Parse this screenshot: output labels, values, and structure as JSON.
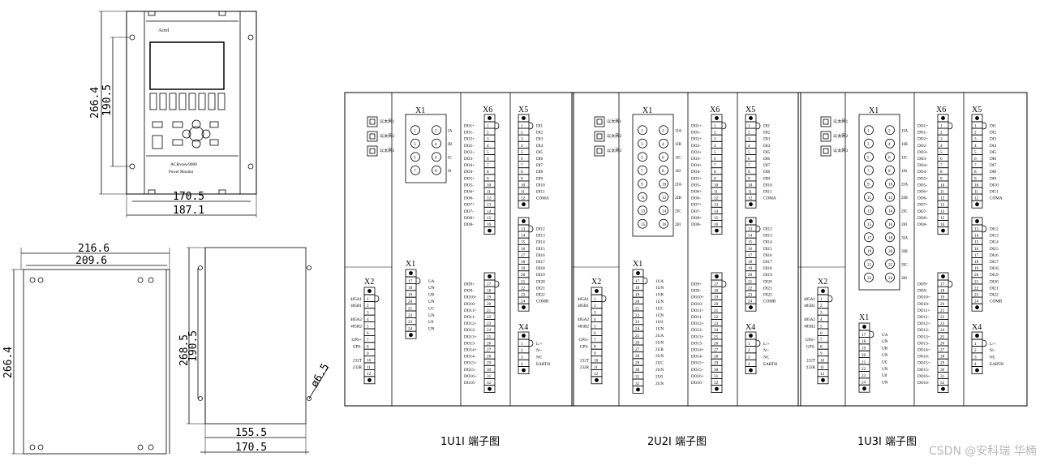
{
  "device": {
    "brand": "Acrel",
    "model": "ACRview9000",
    "subtitle": "Power Monitor"
  },
  "front_view": {
    "dim_height_outer": "266.4",
    "dim_height_inner": "190.5",
    "dim_width_inner": "170.5",
    "dim_width_outer": "187.1"
  },
  "panel_view": {
    "dim_width_outer": "216.6",
    "dim_width_inner": "209.6",
    "dim_height_outer": "266.4",
    "cutout_height_outer": "268.5",
    "cutout_height_inner": "190.5",
    "hole_diameter": "ø6.5",
    "cutout_width_inner": "155.5",
    "cutout_width_outer": "170.5"
  },
  "diagrams": [
    {
      "caption": "1U1I 端子图",
      "ct_rows": [
        "IA",
        "IB",
        "IC",
        "I0"
      ],
      "ct_groups": 1,
      "x1_voltage": [
        "UA",
        "UN",
        "UB",
        "UN",
        "UC",
        "UN",
        "U0",
        "UN"
      ]
    },
    {
      "caption": "2U2I 端子图",
      "ct_rows": [
        "1IA",
        "1IB",
        "1IC",
        "1I0",
        "2IA",
        "2IB",
        "2IC",
        "2I0"
      ],
      "ct_groups": 2,
      "x1_voltage": [
        "1UA",
        "1UN",
        "1UB",
        "1UN",
        "1UC",
        "1UN",
        "1U0",
        "1UN",
        "2UA",
        "2UN",
        "2UB",
        "2UN",
        "2UC",
        "2UN",
        "2U0",
        "2UN"
      ]
    },
    {
      "caption": "1U3I 端子图",
      "ct_rows": [
        "1IA",
        "1IB",
        "1IC",
        "1I0",
        "2IA",
        "2IB",
        "2IC",
        "2I0",
        "3IA",
        "3IB",
        "3IC",
        "3I0"
      ],
      "ct_groups": 3,
      "x1_voltage": [
        "UA",
        "UN",
        "UB",
        "UN",
        "UC",
        "UN",
        "U0",
        "UN"
      ]
    }
  ],
  "terminal_labels": {
    "x1": "X1",
    "x2": "X2",
    "x4": "X4",
    "x5": "X5",
    "x6": "X6",
    "eth": [
      "以太网1",
      "以太网2",
      "以太网3"
    ],
    "x2_pins": [
      "485A1",
      "485B1",
      "485A2",
      "485B2",
      "GPS+",
      "GPS-",
      "232T",
      "232R"
    ],
    "x4_pins": [
      "L/+",
      "N/-",
      "NC",
      "EARTH"
    ],
    "x6_do": [
      "DO1+",
      "DO1-",
      "DO2+",
      "DO2-",
      "DO3+",
      "DO3-",
      "DO4+",
      "DO4-",
      "DO5+",
      "DO5-",
      "DO6+",
      "DO6-",
      "DO7+",
      "DO7-",
      "DO8+",
      "DO8-"
    ],
    "x6_do_low": [
      "DO9+",
      "DO9-",
      "DO10+",
      "DO10-",
      "DO11+",
      "DO11-",
      "DO12+",
      "DO12-",
      "DO13+",
      "DO13-",
      "DO14+",
      "DO14-",
      "DO15+",
      "DO15-",
      "DO16+",
      "DO16-"
    ],
    "x5_di": [
      "DI1",
      "DI2",
      "DI3",
      "DI4",
      "DI5",
      "DI6",
      "DI7",
      "DI8",
      "DI9",
      "DI10",
      "DI11",
      "COMA"
    ],
    "x5_di_low": [
      "DI12",
      "DI13",
      "DI14",
      "DI15",
      "DI16",
      "DI17",
      "DI18",
      "DI19",
      "DI20",
      "DI21",
      "DI22",
      "COMB"
    ]
  },
  "watermark": "CSDN @安科瑞 华楠"
}
